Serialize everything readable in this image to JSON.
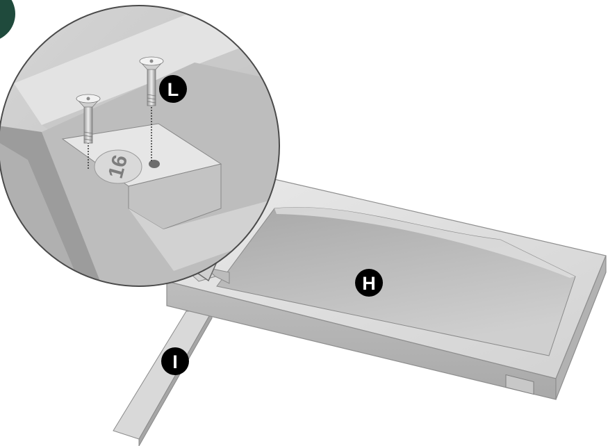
{
  "labels": {
    "tray": "H",
    "stand_bar": "I",
    "screws": "L",
    "part_stamp": "16"
  },
  "colors": {
    "callout_fill": "#000000",
    "callout_text": "#ffffff",
    "corner_badge": "#1f4a3c",
    "part_light": "#e4e4e4",
    "part_mid": "#c4c4c4",
    "part_dark": "#9e9e9e",
    "outline": "#6b6b6b"
  }
}
